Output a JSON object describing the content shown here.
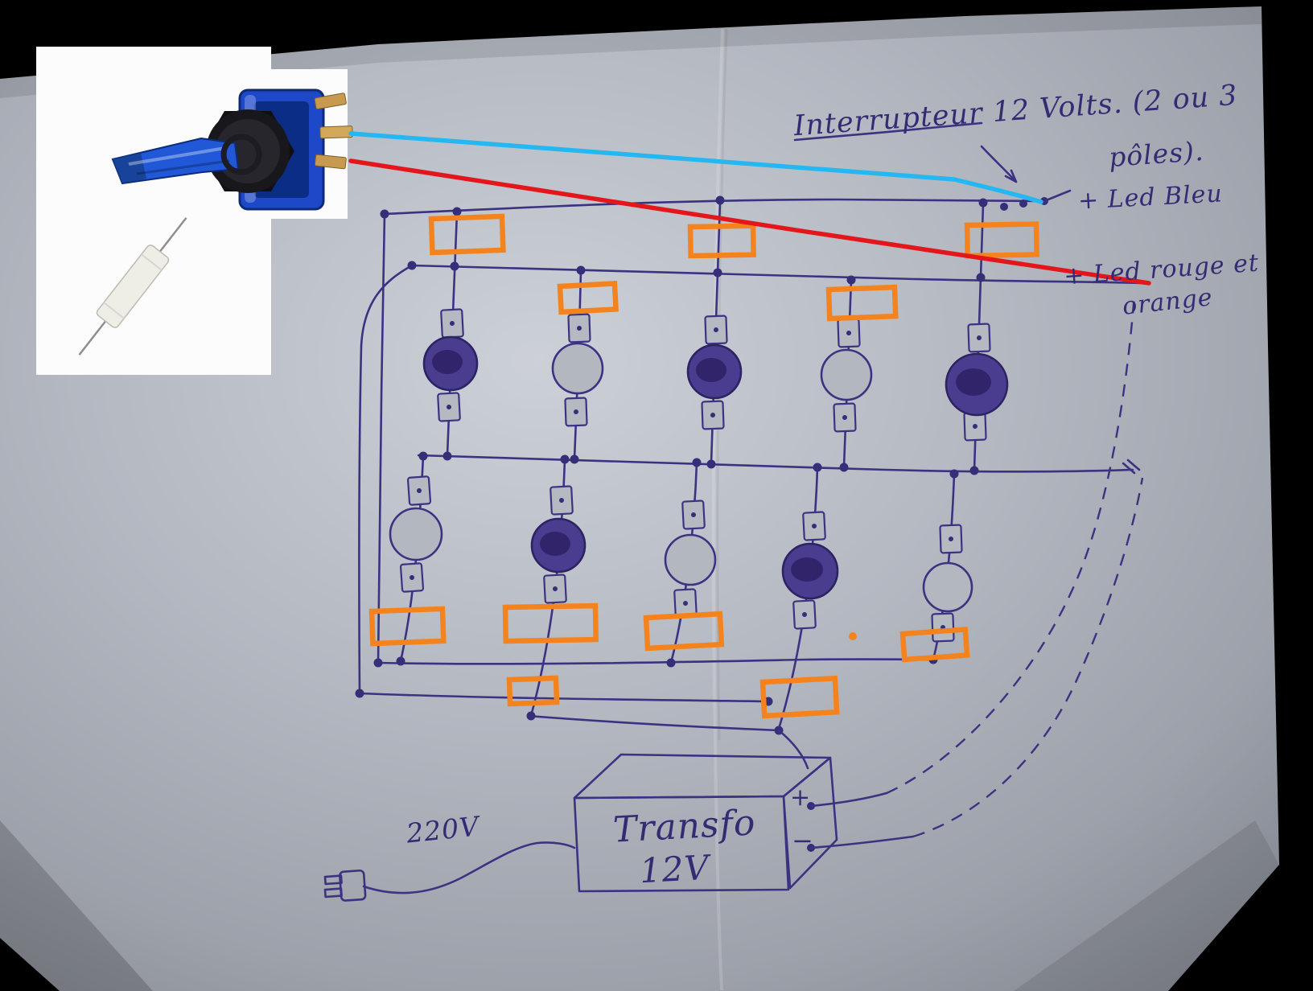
{
  "annotations": {
    "switch_label_line1": "Interrupteur 12 Volts. (2 ou 3",
    "switch_label_line2": "pôles).",
    "led_blue_label": "+ Led Bleu",
    "led_red_label_line1": "+ Led rouge et",
    "led_red_label_line2": "orange",
    "mains_voltage": "220V",
    "transformer_name": "Transfo",
    "transformer_voltage": "12V",
    "terminal_plus": "+",
    "terminal_minus": "−"
  },
  "components": {
    "switch_photo": "blue-toggle-switch-photo",
    "resistor_photo": "ceramic-power-resistor-photo"
  },
  "colors": {
    "ink": "#3b3382",
    "highlight_orange": "#f5831d",
    "wire_blue": "#25b7f2",
    "wire_red": "#e3171b",
    "paper": "#b5b9c1",
    "background": "#000000",
    "led_filled": "#4a3d90",
    "switch_body_blue": "#1d49c8"
  }
}
